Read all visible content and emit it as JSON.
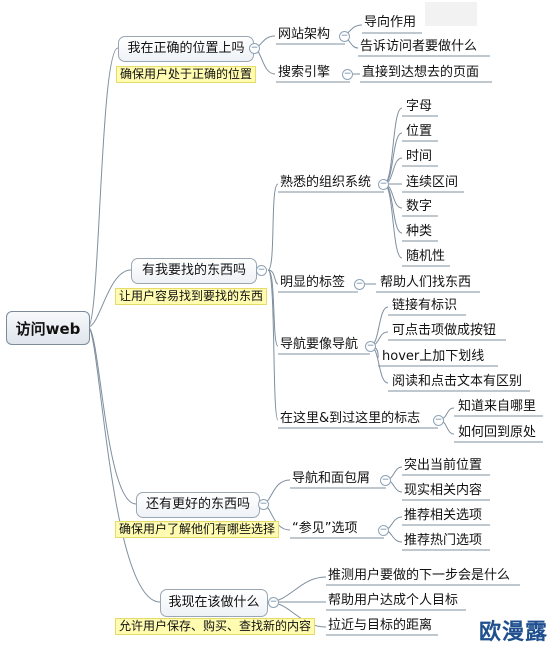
{
  "root": {
    "label": "访问web"
  },
  "branches": [
    {
      "label": "我在正确的位置上吗",
      "note": "确保用户处于正确的位置",
      "children": [
        {
          "label": "网站架构",
          "children": [
            "导向作用",
            "告诉访问者要做什么"
          ]
        },
        {
          "label": "搜索引擎",
          "children": [
            "直接到达想去的页面"
          ]
        }
      ]
    },
    {
      "label": "有我要找的东西吗",
      "note": "让用户容易找到要找的东西",
      "children": [
        {
          "label": "熟悉的组织系统",
          "children": [
            "字母",
            "位置",
            "时间",
            "连续区间",
            "数字",
            "种类",
            "随机性"
          ]
        },
        {
          "label": "明显的标签",
          "children": [
            "帮助人们找东西"
          ]
        },
        {
          "label": "导航要像导航",
          "children": [
            "链接有标识",
            "可点击项做成按钮",
            "hover上加下划线",
            "阅读和点击文本有区别"
          ]
        },
        {
          "label": "在这里&到过这里的标志",
          "children": [
            "知道来自哪里",
            "如何回到原处"
          ]
        }
      ]
    },
    {
      "label": "还有更好的东西吗",
      "note": "确保用户了解他们有哪些选择",
      "children": [
        {
          "label": "导航和面包屑",
          "children": [
            "突出当前位置",
            "现实相关内容"
          ]
        },
        {
          "label": "“参见”选项",
          "children": [
            "推荐相关选项",
            "推荐热门选项"
          ]
        }
      ]
    },
    {
      "label": "我现在该做什么",
      "note": "允许用户保存、购买、查找新的内容",
      "children": [
        "推测用户要做的下一步会是什么",
        "帮助用户达成个人目标",
        "拉近与目标的距离"
      ]
    }
  ],
  "watermark": "欧漫露"
}
